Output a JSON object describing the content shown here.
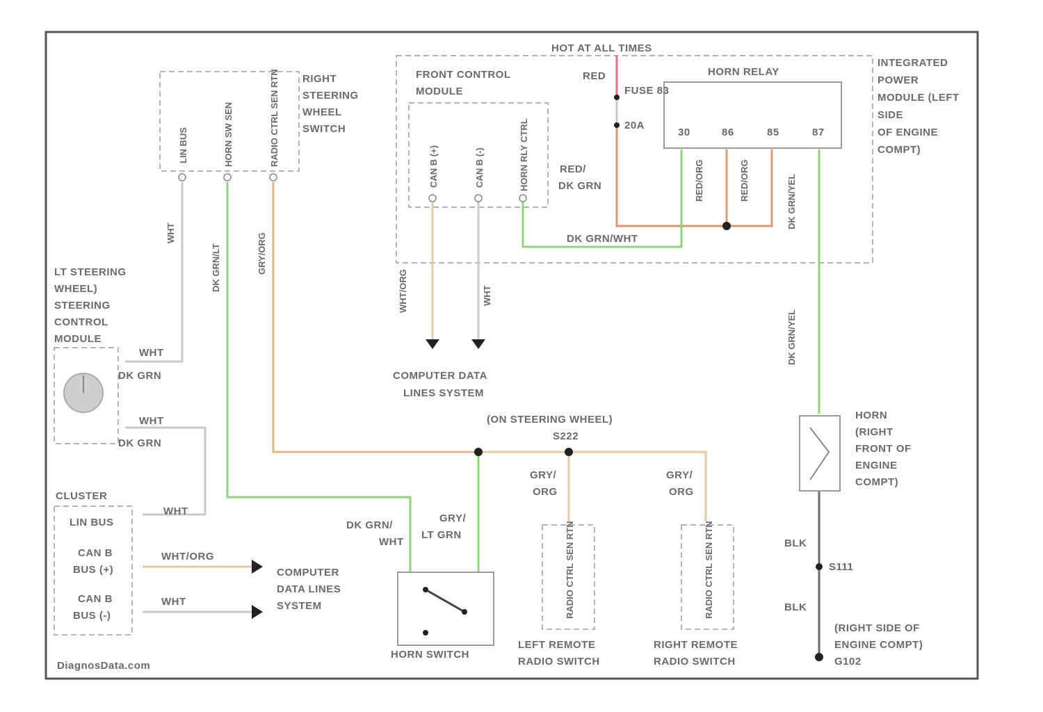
{
  "colors": {
    "frame": "#555555",
    "wire_white": "#c8c8c8",
    "wire_white_orange": "#e2b48a",
    "wire_gray_orange": "#e6c9a0",
    "wire_dk_green": "#8fd47a",
    "wire_red": "#ee6f7a",
    "wire_black": "#6a6a6a"
  },
  "labels": {
    "hot_at_all_times": "HOT AT ALL TIMES",
    "front_control_module": [
      "FRONT CONTROL",
      "MODULE"
    ],
    "red": "RED",
    "fuse": "FUSE 83",
    "amp": "20A",
    "horn_relay": "HORN RELAY",
    "ipm": [
      "INTEGRATED",
      "POWER",
      "MODULE (LEFT",
      "SIDE",
      "OF ENGINE",
      "COMPT)"
    ],
    "right_sw_switch": [
      "RIGHT",
      "STEERING",
      "WHEEL",
      "SWITCH"
    ],
    "pin_lin_bus": "LIN BUS",
    "pin_horn_sw_sen": "HORN SW SEN",
    "pin_radio_sw_sen_rtn": "RADIO CTRL SEN RTN",
    "pin_can_b_plus": "CAN B (+)",
    "pin_can_b_minus": "CAN B (-)",
    "pin_horn_rly_ctrl": "HORN RLY CTRL",
    "relay_pins": [
      "30",
      "86",
      "85",
      "87"
    ],
    "red_dk_grn": [
      "RED/",
      "DK GRN"
    ],
    "dk_grn_wht": "DK GRN/WHT",
    "wht": "WHT",
    "dk_grn_lt": "DK GRN/LT",
    "gry_org": "GRY/ORG",
    "dk_grn_yel": "DK GRN/YEL",
    "wht_org": "WHT/ORG",
    "redorg_a": "RED/ORG",
    "redorg_b": "RED/ORG",
    "computer_data_top": [
      "COMPUTER DATA",
      "LINES SYSTEM"
    ],
    "lt_steering": [
      "LT STEERING",
      "WHEEL)",
      "STEERING",
      "CONTROL",
      "MODULE"
    ],
    "wht_a": "WHT",
    "dk_grn_a": "DK GRN",
    "wht_b": "WHT",
    "dk_grn_b": "DK GRN",
    "on_steering_wheel": [
      "(ON STEERING WHEEL)",
      "S222"
    ],
    "gry_org_a": [
      "GRY/",
      "ORG"
    ],
    "gry_org_b": [
      "GRY/",
      "ORG"
    ],
    "gry_lt_grn": [
      "GRY/",
      "LT GRN"
    ],
    "dk_grn_wht2": [
      "DK GRN/",
      "WHT"
    ],
    "horn": [
      "HORN",
      "(RIGHT",
      "FRONT OF",
      "ENGINE",
      "COMPT)"
    ],
    "cluster": "CLUSTER",
    "cluster_lin": "LIN BUS",
    "cluster_can_plus": [
      "CAN B",
      "BUS (+)"
    ],
    "cluster_can_minus": [
      "CAN B",
      "BUS (-)"
    ],
    "wht_c": "WHT",
    "wht_org_c": "WHT/ORG",
    "wht_d": "WHT",
    "computer_data_bottom": [
      "COMPUTER",
      "DATA LINES",
      "SYSTEM"
    ],
    "blk_a": "BLK",
    "blk_b": "BLK",
    "s111": "S111",
    "right_side_engine": [
      "(RIGHT SIDE OF",
      "ENGINE COMPT)",
      "G102"
    ],
    "horn_switch": "HORN SWITCH",
    "left_remote_radio": [
      "LEFT REMOTE",
      "RADIO SWITCH"
    ],
    "right_remote_radio": [
      "RIGHT REMOTE",
      "RADIO SWITCH"
    ],
    "radio_ctrl_sen_rtn": "RADIO CTRL SEN RTN",
    "dk_grn_yel2": "DK GRN/YEL",
    "watermark": "DiagnosData.com"
  }
}
